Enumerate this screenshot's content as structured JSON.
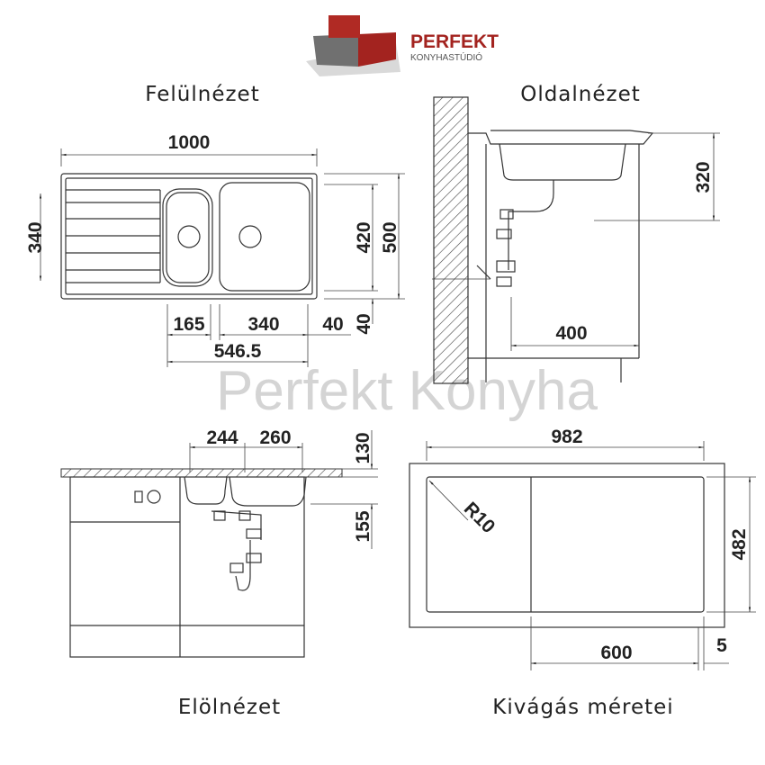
{
  "logo": {
    "brand": "PERFEKT",
    "subtitle": "KONYHASTÚDIÓ",
    "colors": {
      "red": "#a3231f",
      "gray": "#6b6b6b"
    }
  },
  "watermark": "Perfekt Konyha",
  "views": {
    "top": {
      "title": "Felülnézet",
      "dims": {
        "width": "1000",
        "drainer": "340",
        "inner": "420",
        "outer": "500",
        "small_bowl": "165",
        "big_bowl": "340",
        "edge": "40",
        "edge_v": "40",
        "span": "546.5"
      }
    },
    "side": {
      "title": "Oldalnézet",
      "dims": {
        "depth": "320",
        "offset": "400"
      }
    },
    "front": {
      "title": "Elölnézet",
      "dims": {
        "small": "244",
        "big": "260",
        "h1": "130",
        "h2": "155"
      }
    },
    "cutout": {
      "title": "Kivágás méretei",
      "dims": {
        "width": "982",
        "height": "482",
        "radius": "R10",
        "part": "600",
        "gap": "5"
      }
    }
  }
}
